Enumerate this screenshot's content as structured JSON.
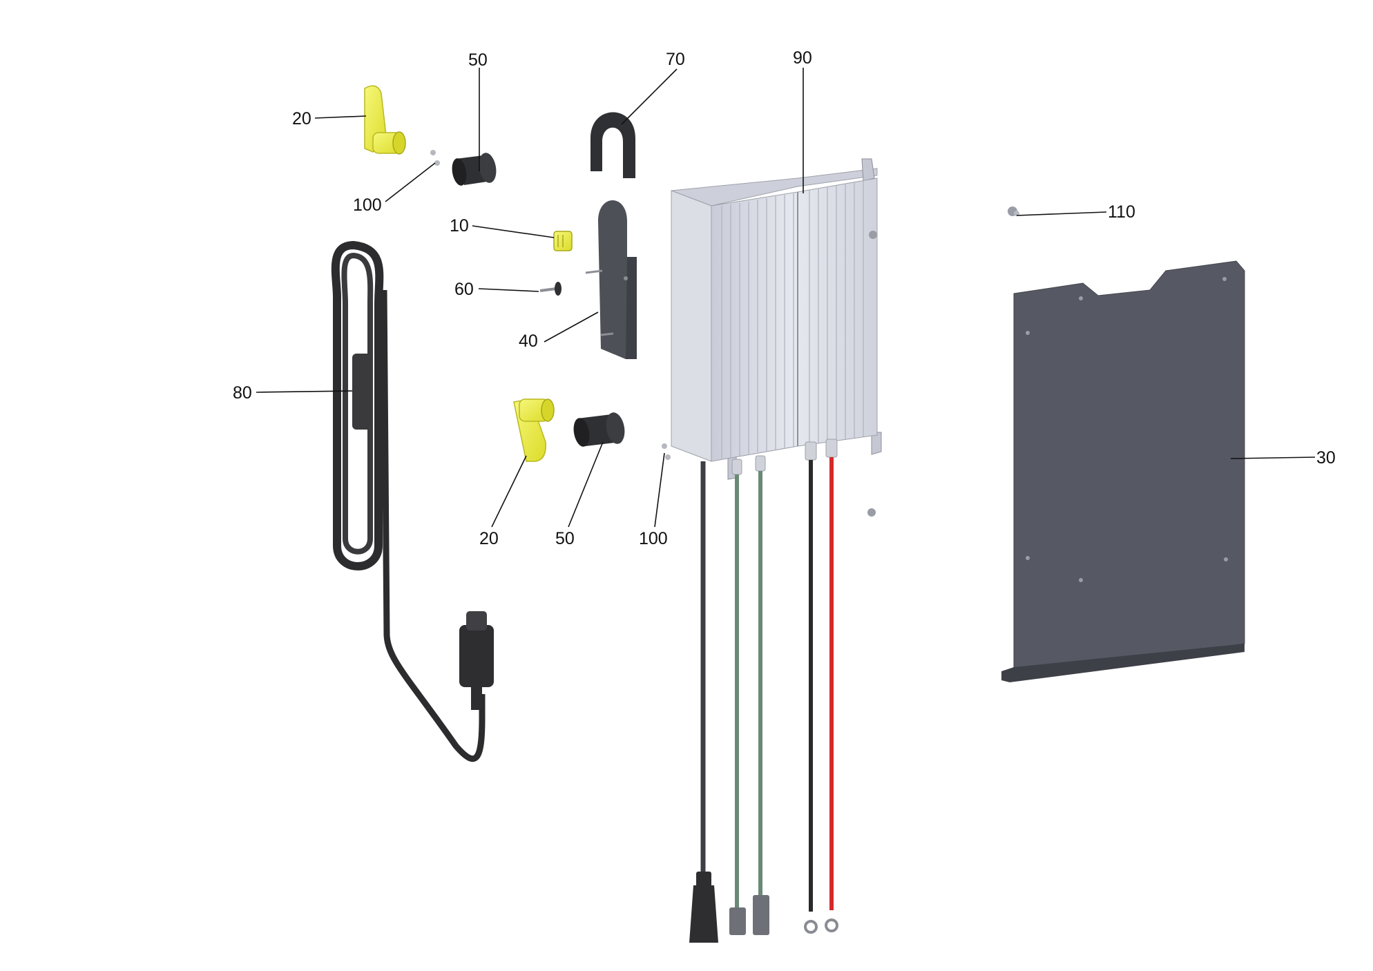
{
  "diagram": {
    "type": "exploded-parts-view",
    "colors": {
      "background": "#ffffff",
      "highlight_part": "#eef03a",
      "dark_part": "#55585f",
      "housing": "#d8dae3",
      "cable_black": "#2c2c2c",
      "cable_green": "#6a8a76",
      "cable_red": "#d42a2a",
      "leader_line": "#111111"
    },
    "callouts": [
      {
        "id": "c20a",
        "label": "20"
      },
      {
        "id": "c50a",
        "label": "50"
      },
      {
        "id": "c70",
        "label": "70"
      },
      {
        "id": "c90",
        "label": "90"
      },
      {
        "id": "c100a",
        "label": "100"
      },
      {
        "id": "c10",
        "label": "10"
      },
      {
        "id": "c110",
        "label": "110"
      },
      {
        "id": "c60",
        "label": "60"
      },
      {
        "id": "c40",
        "label": "40"
      },
      {
        "id": "c80",
        "label": "80"
      },
      {
        "id": "c20b",
        "label": "20"
      },
      {
        "id": "c50b",
        "label": "50"
      },
      {
        "id": "c100b",
        "label": "100"
      },
      {
        "id": "c30",
        "label": "30"
      }
    ]
  }
}
